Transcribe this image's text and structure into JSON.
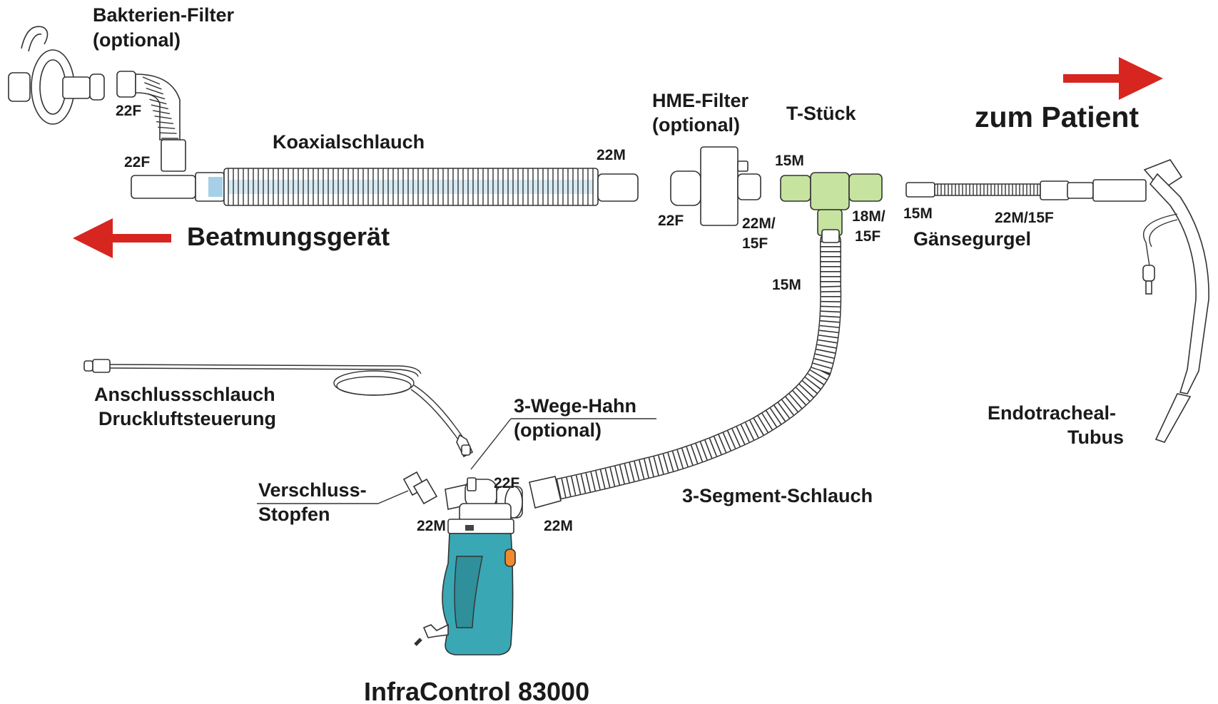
{
  "labels": {
    "bakterien_filter": [
      "Bakterien-Filter",
      "(optional)"
    ],
    "koaxialschlauch": "Koaxialschlauch",
    "beatmungsgeraet": "Beatmungsgerät",
    "hme_filter": [
      "HME-Filter",
      "(optional)"
    ],
    "t_stueck": "T-Stück",
    "zum_patient": "zum Patient",
    "gaensegurgel": "Gänsegurgel",
    "endotracheal_tubus": [
      "Endotracheal-",
      "Tubus"
    ],
    "anschlussschlauch": [
      "Anschlussschlauch",
      "Druckluftsteuerung"
    ],
    "drei_wege_hahn": [
      "3-Wege-Hahn",
      "(optional)"
    ],
    "verschluss_stopfen": [
      "Verschluss-",
      "Stopfen"
    ],
    "drei_segment_schlauch": "3-Segment-Schlauch",
    "infracontrol": "InfraControl 83000"
  },
  "connectors": {
    "filter_22f": "22F",
    "coax_tee_22f": "22F",
    "coax_end_22m": "22M",
    "hme_22f": "22F",
    "hme_22m_15f": [
      "22M/",
      "15F"
    ],
    "tee_15m": "15M",
    "tee_18m_15f": [
      "18M/",
      "15F"
    ],
    "tee_bottom_15m": "15M",
    "goose_15m": "15M",
    "goose_22m_15f": "22M/15F",
    "device_22f": "22F",
    "device_22m": "22M",
    "segment_22m": "22M"
  },
  "colors": {
    "arrow_red": "#d7261f",
    "tee_green": "#c6e3a0",
    "device_teal": "#3aa7b4",
    "button_orange": "#f08a2c",
    "coax_inner_blue": "#a6d0e6"
  }
}
